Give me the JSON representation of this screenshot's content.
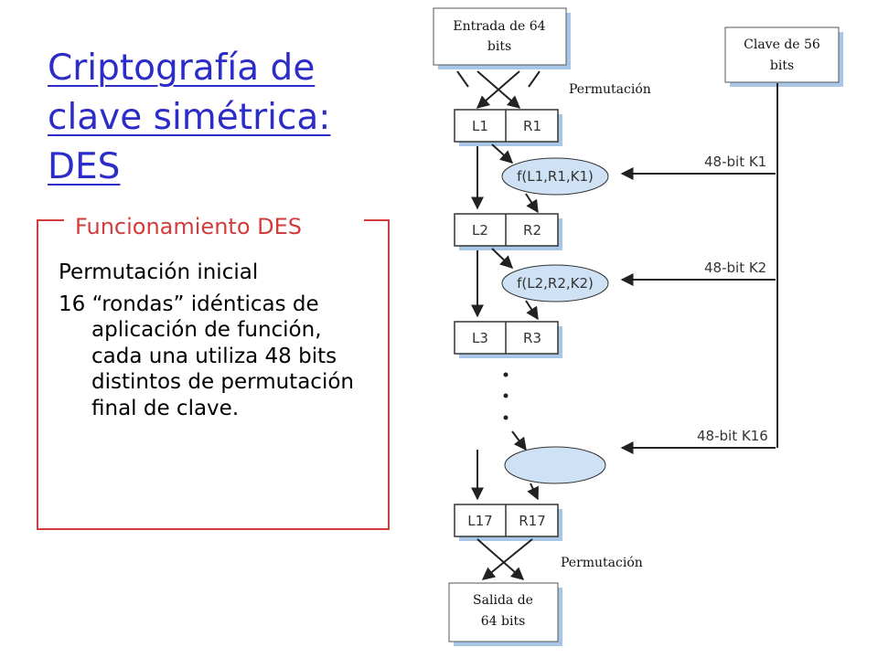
{
  "title": "Criptografía de clave simétrica: DES",
  "section": {
    "title": "Funcionamiento DES",
    "bullets": [
      "Permutación inicial",
      "16 “rondas” idénticas de aplicación de función, cada una utiliza 48 bits distintos de permutación final de clave."
    ]
  },
  "diagram": {
    "input_box": [
      "Entrada de 64",
      "bits"
    ],
    "key_box": [
      "Clave de 56",
      "bits"
    ],
    "output_box": [
      "Salida de",
      "64 bits"
    ],
    "permutation_label": "Permutación",
    "rounds": [
      {
        "left": "L1",
        "right": "R1",
        "func": "f(L1,R1,K1)",
        "key": "48-bit K1"
      },
      {
        "left": "L2",
        "right": "R2",
        "func": "f(L2,R2,K2)",
        "key": "48-bit K2"
      },
      {
        "left": "L3",
        "right": "R3"
      }
    ],
    "last_key": "48-bit K16",
    "final_pair": {
      "left": "L17",
      "right": "R17"
    }
  },
  "colors": {
    "title": "#2c2cc8",
    "section": "#d23c3c",
    "ellipse": "#cfe2f5",
    "box_shadow": "#a8c6e6"
  }
}
